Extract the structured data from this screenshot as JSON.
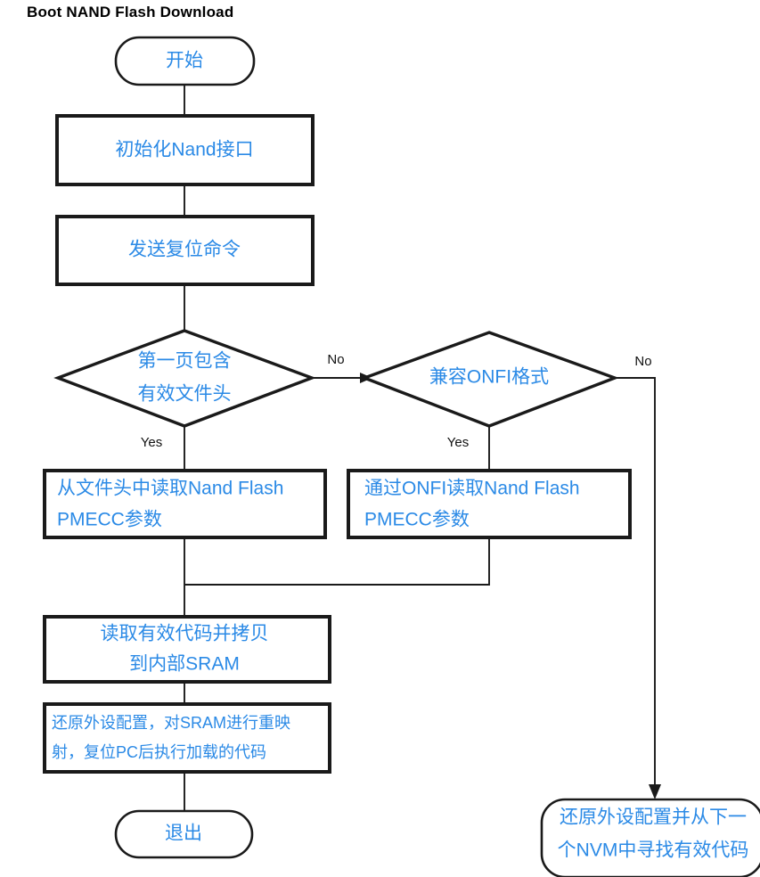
{
  "title": "Boot NAND Flash Download",
  "colors": {
    "node_text": "#2b8ae6",
    "stroke": "#1a1a1a",
    "edge_label_text": "#111111",
    "background": "#ffffff"
  },
  "nodes": {
    "start": {
      "label": "开始",
      "type": "terminal"
    },
    "init_nand": {
      "label": "初始化Nand接口",
      "type": "process"
    },
    "send_reset": {
      "label": "发送复位命令",
      "type": "process"
    },
    "check_header": {
      "line1": "第一页包含",
      "line2": "有效文件头",
      "type": "decision"
    },
    "check_onfi": {
      "label": "兼容ONFI格式",
      "type": "decision"
    },
    "read_from_header": {
      "line1": "从文件头中读取Nand Flash",
      "line2": "PMECC参数",
      "type": "process"
    },
    "read_from_onfi": {
      "line1": "通过ONFI读取Nand Flash",
      "line2": "PMECC参数",
      "type": "process"
    },
    "copy_to_sram": {
      "line1": "读取有效代码并拷贝",
      "line2": "到内部SRAM",
      "type": "process"
    },
    "restore_remap": {
      "line1": "还原外设配置，对SRAM进行重映",
      "line2": "射，复位PC后执行加载的代码",
      "type": "process"
    },
    "exit": {
      "label": "退出",
      "type": "terminal"
    },
    "next_nvm": {
      "line1": "还原外设配置并从下一",
      "line2": "个NVM中寻找有效代码",
      "type": "terminal"
    }
  },
  "edges": {
    "header_no": "No",
    "header_yes": "Yes",
    "onfi_no": "No",
    "onfi_yes": "Yes"
  }
}
